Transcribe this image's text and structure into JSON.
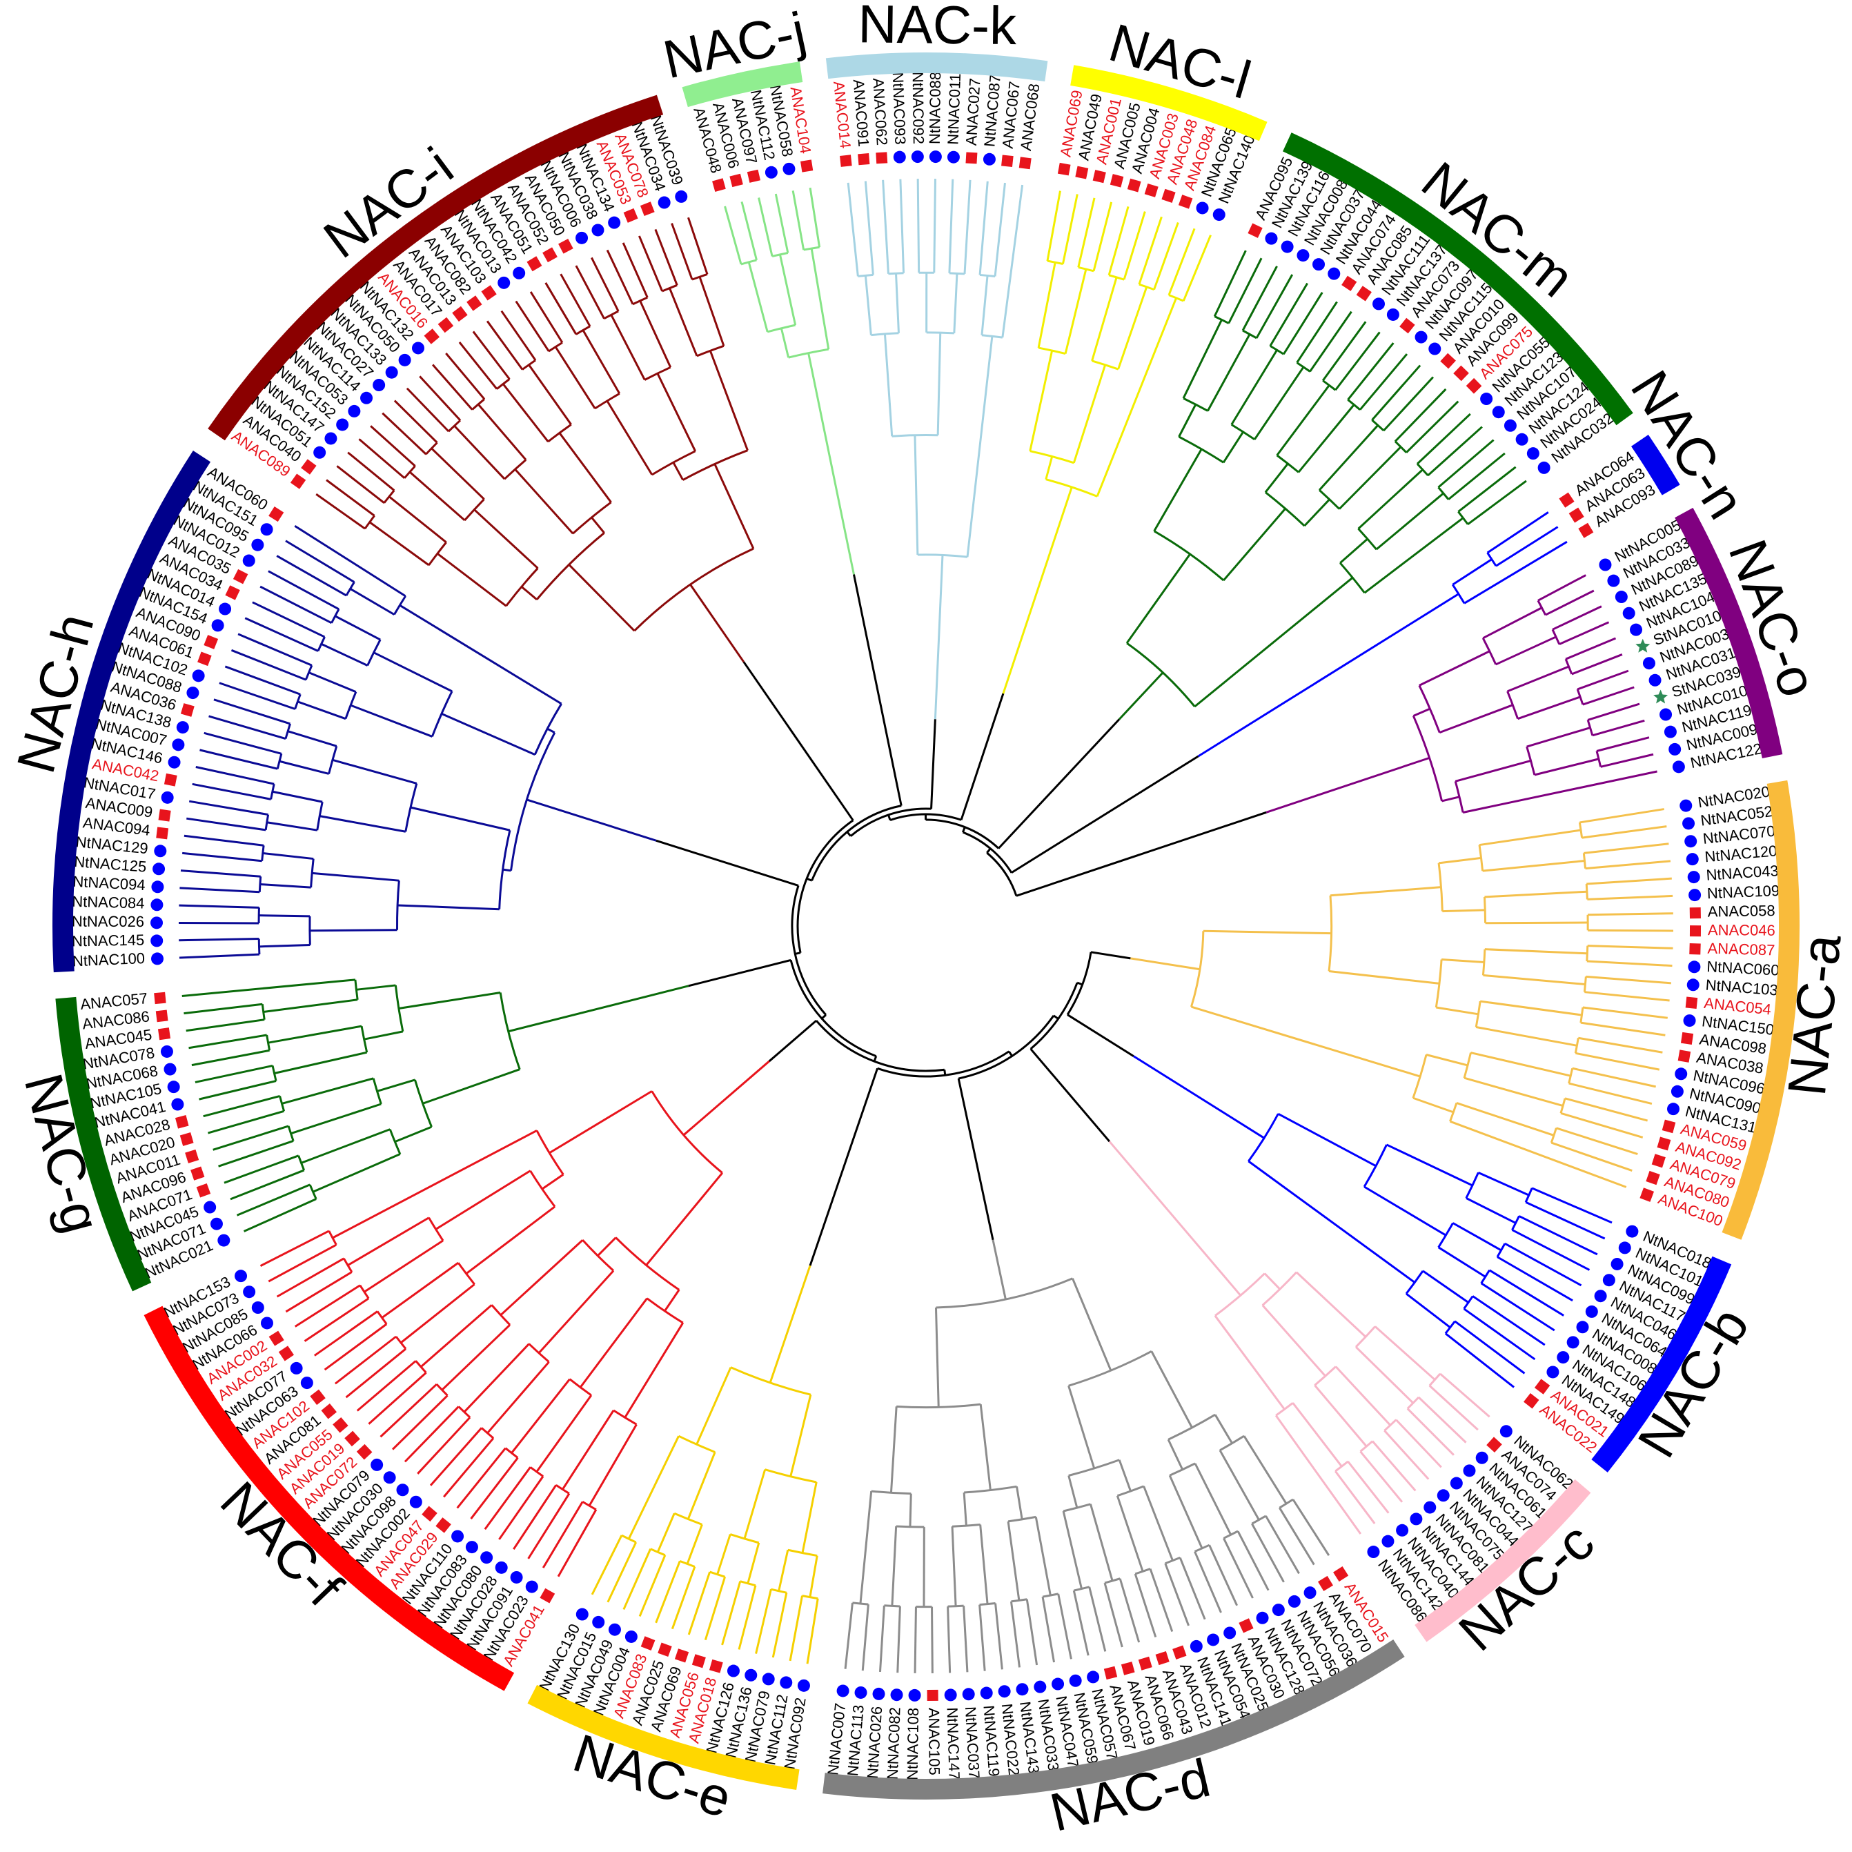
{
  "center_colors": {
    "root": "#000000",
    "at_highlight": "#e8141c",
    "at_square": "#e8141c",
    "nt_dot": "#0000ff",
    "st_star": "#2e8b57"
  },
  "groups": [
    {
      "name": "NAC-a",
      "color": "#f9bb3b",
      "branch": "#f4c04c",
      "leaves": [
        {
          "t": "NtNAC020",
          "s": "Nt"
        },
        {
          "t": "NtNAC052",
          "s": "Nt"
        },
        {
          "t": "NtNAC070",
          "s": "Nt"
        },
        {
          "t": "NtNAC120",
          "s": "Nt"
        },
        {
          "t": "NtNAC043",
          "s": "Nt"
        },
        {
          "t": "NtNAC109",
          "s": "Nt"
        },
        {
          "t": "ANAC058",
          "s": "At"
        },
        {
          "t": "ANAC046",
          "s": "At",
          "h": true
        },
        {
          "t": "ANAC087",
          "s": "At",
          "h": true
        },
        {
          "t": "NtNAC060",
          "s": "Nt"
        },
        {
          "t": "NtNAC103",
          "s": "Nt"
        },
        {
          "t": "ANAC054",
          "s": "At",
          "h": true
        },
        {
          "t": "NtNAC150",
          "s": "Nt"
        },
        {
          "t": "ANAC098",
          "s": "At"
        },
        {
          "t": "ANAC038",
          "s": "At"
        },
        {
          "t": "NtNAC096",
          "s": "Nt"
        },
        {
          "t": "NtNAC090",
          "s": "Nt"
        },
        {
          "t": "NtNAC131",
          "s": "Nt"
        },
        {
          "t": "ANAC059",
          "s": "At",
          "h": true
        },
        {
          "t": "ANAC092",
          "s": "At",
          "h": true
        },
        {
          "t": "ANAC079",
          "s": "At",
          "h": true
        },
        {
          "t": "ANAC080",
          "s": "At",
          "h": true
        },
        {
          "t": "ANAC100",
          "s": "At",
          "h": true
        }
      ]
    },
    {
      "name": "NAC-b",
      "color": "#0000ff",
      "branch": "#0000ff",
      "leaves": [
        {
          "t": "NtNAC018",
          "s": "Nt"
        },
        {
          "t": "NtNAC101",
          "s": "Nt"
        },
        {
          "t": "NtNAC099",
          "s": "Nt"
        },
        {
          "t": "NtNAC117",
          "s": "Nt"
        },
        {
          "t": "NtNAC046",
          "s": "Nt"
        },
        {
          "t": "NtNAC064",
          "s": "Nt"
        },
        {
          "t": "NtNAC008",
          "s": "Nt"
        },
        {
          "t": "NtNAC106",
          "s": "Nt"
        },
        {
          "t": "NtNAC148",
          "s": "Nt"
        },
        {
          "t": "NtNAC149",
          "s": "Nt"
        },
        {
          "t": "ANAC021",
          "s": "At",
          "h": true
        },
        {
          "t": "ANAC022",
          "s": "At",
          "h": true
        }
      ]
    },
    {
      "name": "NAC-c",
      "color": "#ffbdcc",
      "branch": "#f7b6c8",
      "leaves": [
        {
          "t": "NtNAC062",
          "s": "Nt"
        },
        {
          "t": "ANAC074",
          "s": "At"
        },
        {
          "t": "NtNAC061",
          "s": "Nt"
        },
        {
          "t": "NtNAC127",
          "s": "Nt"
        },
        {
          "t": "NtNAC044",
          "s": "Nt"
        },
        {
          "t": "NtNAC075",
          "s": "Nt"
        },
        {
          "t": "NtNAC081",
          "s": "Nt"
        },
        {
          "t": "NtNAC144",
          "s": "Nt"
        },
        {
          "t": "NtNAC040",
          "s": "Nt"
        },
        {
          "t": "NtNAC142",
          "s": "Nt"
        },
        {
          "t": "NtNAC086",
          "s": "Nt"
        }
      ]
    },
    {
      "name": "NAC-d",
      "color": "#808080",
      "branch": "#8c8c8c",
      "leaves": [
        {
          "t": "ANAC015",
          "s": "At",
          "h": true
        },
        {
          "t": "ANAC070",
          "s": "At"
        },
        {
          "t": "NtNAC036",
          "s": "Nt"
        },
        {
          "t": "NtNAC056",
          "s": "Nt"
        },
        {
          "t": "NtNAC072",
          "s": "Nt"
        },
        {
          "t": "NtNAC128",
          "s": "Nt"
        },
        {
          "t": "ANAC030",
          "s": "At"
        },
        {
          "t": "NtNAC025",
          "s": "Nt"
        },
        {
          "t": "NtNAC054",
          "s": "Nt"
        },
        {
          "t": "NtNAC141",
          "s": "Nt"
        },
        {
          "t": "ANAC012",
          "s": "At"
        },
        {
          "t": "ANAC043",
          "s": "At"
        },
        {
          "t": "ANAC066",
          "s": "At"
        },
        {
          "t": "ANAC019",
          "s": "At"
        },
        {
          "t": "ANAC067",
          "s": "At"
        },
        {
          "t": "NtNAC057",
          "s": "Nt"
        },
        {
          "t": "NtNAC059",
          "s": "Nt"
        },
        {
          "t": "NtNAC047",
          "s": "Nt"
        },
        {
          "t": "NtNAC033",
          "s": "Nt"
        },
        {
          "t": "NtNAC143",
          "s": "Nt"
        },
        {
          "t": "NtNAC022",
          "s": "Nt"
        },
        {
          "t": "NtNAC119",
          "s": "Nt"
        },
        {
          "t": "NtNAC037",
          "s": "Nt"
        },
        {
          "t": "NtNAC147",
          "s": "Nt"
        },
        {
          "t": "ANAC105",
          "s": "At"
        },
        {
          "t": "NtNAC108",
          "s": "Nt"
        },
        {
          "t": "NtNAC082",
          "s": "Nt"
        },
        {
          "t": "NtNAC026",
          "s": "Nt"
        },
        {
          "t": "NtNAC113",
          "s": "Nt"
        },
        {
          "t": "NtNAC007",
          "s": "Nt"
        }
      ]
    },
    {
      "name": "NAC-e",
      "color": "#ffd700",
      "branch": "#f5d000",
      "leaves": [
        {
          "t": "NtNAC092",
          "s": "Nt"
        },
        {
          "t": "NtNAC112",
          "s": "Nt"
        },
        {
          "t": "NtNAC079",
          "s": "Nt"
        },
        {
          "t": "NtNAC136",
          "s": "Nt"
        },
        {
          "t": "NtNAC126",
          "s": "Nt"
        },
        {
          "t": "ANAC018",
          "s": "At",
          "h": true
        },
        {
          "t": "ANAC056",
          "s": "At",
          "h": true
        },
        {
          "t": "ANAC069",
          "s": "At"
        },
        {
          "t": "ANAC025",
          "s": "At"
        },
        {
          "t": "ANAC083",
          "s": "At",
          "h": true
        },
        {
          "t": "NtNAC004",
          "s": "Nt"
        },
        {
          "t": "NtNAC049",
          "s": "Nt"
        },
        {
          "t": "NtNAC015",
          "s": "Nt"
        },
        {
          "t": "NtNAC130",
          "s": "Nt"
        }
      ]
    },
    {
      "name": "NAC-f",
      "color": "#ff0000",
      "branch": "#e8141c",
      "leaves": [
        {
          "t": "ANAC041",
          "s": "At",
          "h": true
        },
        {
          "t": "NtNAC023",
          "s": "Nt"
        },
        {
          "t": "NtNAC091",
          "s": "Nt"
        },
        {
          "t": "NtNAC028",
          "s": "Nt"
        },
        {
          "t": "NtNAC080",
          "s": "Nt"
        },
        {
          "t": "NtNAC083",
          "s": "Nt"
        },
        {
          "t": "NtNAC110",
          "s": "Nt"
        },
        {
          "t": "ANAC029",
          "s": "At",
          "h": true
        },
        {
          "t": "ANAC047",
          "s": "At",
          "h": true
        },
        {
          "t": "NtNAC002",
          "s": "Nt"
        },
        {
          "t": "NtNAC098",
          "s": "Nt"
        },
        {
          "t": "NtNAC030",
          "s": "Nt"
        },
        {
          "t": "NtNAC079",
          "s": "Nt"
        },
        {
          "t": "ANAC072",
          "s": "At",
          "h": true
        },
        {
          "t": "ANAC019",
          "s": "At",
          "h": true
        },
        {
          "t": "ANAC055",
          "s": "At",
          "h": true
        },
        {
          "t": "ANAC081",
          "s": "At"
        },
        {
          "t": "ANAC102",
          "s": "At",
          "h": true
        },
        {
          "t": "NtNAC063",
          "s": "Nt"
        },
        {
          "t": "NtNAC077",
          "s": "Nt"
        },
        {
          "t": "ANAC032",
          "s": "At",
          "h": true
        },
        {
          "t": "ANAC002",
          "s": "At",
          "h": true
        },
        {
          "t": "NtNAC066",
          "s": "Nt"
        },
        {
          "t": "NtNAC085",
          "s": "Nt"
        },
        {
          "t": "NtNAC073",
          "s": "Nt"
        },
        {
          "t": "NtNAC153",
          "s": "Nt"
        }
      ]
    },
    {
      "name": "NAC-g",
      "color": "#006400",
      "branch": "#0a6b0a",
      "leaves": [
        {
          "t": "NtNAC021",
          "s": "Nt"
        },
        {
          "t": "NtNAC071",
          "s": "Nt"
        },
        {
          "t": "NtNAC045",
          "s": "Nt"
        },
        {
          "t": "ANAC071",
          "s": "At"
        },
        {
          "t": "ANAC096",
          "s": "At"
        },
        {
          "t": "ANAC011",
          "s": "At"
        },
        {
          "t": "ANAC020",
          "s": "At"
        },
        {
          "t": "ANAC028",
          "s": "At"
        },
        {
          "t": "NtNAC041",
          "s": "Nt"
        },
        {
          "t": "NtNAC105",
          "s": "Nt"
        },
        {
          "t": "NtNAC068",
          "s": "Nt"
        },
        {
          "t": "NtNAC078",
          "s": "Nt"
        },
        {
          "t": "ANAC045",
          "s": "At"
        },
        {
          "t": "ANAC086",
          "s": "At"
        },
        {
          "t": "ANAC057",
          "s": "At"
        }
      ]
    },
    {
      "name": "NAC-h",
      "color": "#00008b",
      "branch": "#0b0b96",
      "leaves": [
        {
          "t": "NtNAC100",
          "s": "Nt"
        },
        {
          "t": "NtNAC145",
          "s": "Nt"
        },
        {
          "t": "NtNAC026",
          "s": "Nt"
        },
        {
          "t": "NtNAC084",
          "s": "Nt"
        },
        {
          "t": "NtNAC094",
          "s": "Nt"
        },
        {
          "t": "NtNAC125",
          "s": "Nt"
        },
        {
          "t": "NtNAC129",
          "s": "Nt"
        },
        {
          "t": "ANAC094",
          "s": "At"
        },
        {
          "t": "ANAC009",
          "s": "At"
        },
        {
          "t": "NtNAC017",
          "s": "Nt"
        },
        {
          "t": "ANAC042",
          "s": "At",
          "h": true
        },
        {
          "t": "NtNAC146",
          "s": "Nt"
        },
        {
          "t": "NtNAC007",
          "s": "Nt"
        },
        {
          "t": "NtNAC138",
          "s": "Nt"
        },
        {
          "t": "ANAC036",
          "s": "At"
        },
        {
          "t": "NtNAC088",
          "s": "Nt"
        },
        {
          "t": "NtNAC102",
          "s": "Nt"
        },
        {
          "t": "ANAC061",
          "s": "At"
        },
        {
          "t": "ANAC090",
          "s": "At"
        },
        {
          "t": "NtNAC154",
          "s": "Nt"
        },
        {
          "t": "NtNAC014",
          "s": "Nt"
        },
        {
          "t": "ANAC034",
          "s": "At"
        },
        {
          "t": "ANAC035",
          "s": "At"
        },
        {
          "t": "NtNAC012",
          "s": "Nt"
        },
        {
          "t": "NtNAC095",
          "s": "Nt"
        },
        {
          "t": "NtNAC151",
          "s": "Nt"
        },
        {
          "t": "ANAC060",
          "s": "At"
        }
      ]
    },
    {
      "name": "NAC-i",
      "color": "#8b0000",
      "branch": "#8b0a0a",
      "leaves": [
        {
          "t": "ANAC089",
          "s": "At",
          "h": true
        },
        {
          "t": "ANAC040",
          "s": "At"
        },
        {
          "t": "NtNAC051",
          "s": "Nt"
        },
        {
          "t": "NtNAC147",
          "s": "Nt"
        },
        {
          "t": "NtNAC152",
          "s": "Nt"
        },
        {
          "t": "NtNAC053",
          "s": "Nt"
        },
        {
          "t": "NtNAC114",
          "s": "Nt"
        },
        {
          "t": "NtNAC027",
          "s": "Nt"
        },
        {
          "t": "NtNAC133",
          "s": "Nt"
        },
        {
          "t": "NtNAC050",
          "s": "Nt"
        },
        {
          "t": "NtNAC132",
          "s": "Nt"
        },
        {
          "t": "ANAC016",
          "s": "At",
          "h": true
        },
        {
          "t": "ANAC017",
          "s": "At"
        },
        {
          "t": "ANAC013",
          "s": "At"
        },
        {
          "t": "ANAC082",
          "s": "At"
        },
        {
          "t": "ANAC103",
          "s": "At"
        },
        {
          "t": "NtNAC013",
          "s": "Nt"
        },
        {
          "t": "NtNAC042",
          "s": "Nt"
        },
        {
          "t": "ANAC051",
          "s": "At"
        },
        {
          "t": "ANAC052",
          "s": "At"
        },
        {
          "t": "ANAC050",
          "s": "At"
        },
        {
          "t": "NtNAC006",
          "s": "Nt"
        },
        {
          "t": "NtNAC038",
          "s": "Nt"
        },
        {
          "t": "NtNAC134",
          "s": "Nt"
        },
        {
          "t": "ANAC053",
          "s": "At",
          "h": true
        },
        {
          "t": "ANAC078",
          "s": "At",
          "h": true
        },
        {
          "t": "NtNAC034",
          "s": "Nt"
        },
        {
          "t": "NtNAC039",
          "s": "Nt"
        }
      ]
    },
    {
      "name": "NAC-j",
      "color": "#90ee90",
      "branch": "#86e486",
      "leaves": [
        {
          "t": "ANAC048",
          "s": "At"
        },
        {
          "t": "ANAC006",
          "s": "At"
        },
        {
          "t": "ANAC097",
          "s": "At"
        },
        {
          "t": "NtNAC112",
          "s": "Nt"
        },
        {
          "t": "NtNAC058",
          "s": "Nt"
        },
        {
          "t": "ANAC104",
          "s": "At",
          "h": true
        }
      ]
    },
    {
      "name": "NAC-k",
      "color": "#add8e6",
      "branch": "#a4d2e2",
      "leaves": [
        {
          "t": "ANAC014",
          "s": "At",
          "h": true
        },
        {
          "t": "ANAC091",
          "s": "At"
        },
        {
          "t": "ANAC062",
          "s": "At"
        },
        {
          "t": "NtNAC093",
          "s": "Nt"
        },
        {
          "t": "NtNAC092",
          "s": "Nt"
        },
        {
          "t": "NtNAC088",
          "s": "Nt"
        },
        {
          "t": "NtNAC011",
          "s": "Nt"
        },
        {
          "t": "ANAC027",
          "s": "At"
        },
        {
          "t": "NtNAC087",
          "s": "Nt"
        },
        {
          "t": "ANAC067",
          "s": "At"
        },
        {
          "t": "ANAC068",
          "s": "At"
        }
      ]
    },
    {
      "name": "NAC-l",
      "color": "#ffff00",
      "branch": "#f2ee00",
      "leaves": [
        {
          "t": "ANAC069",
          "s": "At",
          "h": true
        },
        {
          "t": "ANAC049",
          "s": "At"
        },
        {
          "t": "ANAC001",
          "s": "At",
          "h": true
        },
        {
          "t": "ANAC005",
          "s": "At"
        },
        {
          "t": "ANAC004",
          "s": "At"
        },
        {
          "t": "ANAC003",
          "s": "At",
          "h": true
        },
        {
          "t": "ANAC048",
          "s": "At",
          "h": true
        },
        {
          "t": "ANAC084",
          "s": "At",
          "h": true
        },
        {
          "t": "NtNAC065",
          "s": "Nt"
        },
        {
          "t": "NtNAC140",
          "s": "Nt"
        }
      ]
    },
    {
      "name": "NAC-m",
      "color": "#007000",
      "branch": "#0a6b0a",
      "leaves": [
        {
          "t": "ANAC095",
          "s": "At"
        },
        {
          "t": "NtNAC139",
          "s": "Nt"
        },
        {
          "t": "NtNAC116",
          "s": "Nt"
        },
        {
          "t": "NtNAC008",
          "s": "Nt"
        },
        {
          "t": "NtNAC037",
          "s": "Nt"
        },
        {
          "t": "NtNAC044",
          "s": "Nt"
        },
        {
          "t": "ANAC074",
          "s": "At"
        },
        {
          "t": "ANAC085",
          "s": "At"
        },
        {
          "t": "NtNAC111",
          "s": "Nt"
        },
        {
          "t": "NtNAC137",
          "s": "Nt"
        },
        {
          "t": "ANAC073",
          "s": "At"
        },
        {
          "t": "NtNAC097",
          "s": "Nt"
        },
        {
          "t": "NtNAC115",
          "s": "Nt"
        },
        {
          "t": "ANAC010",
          "s": "At"
        },
        {
          "t": "ANAC099",
          "s": "At"
        },
        {
          "t": "ANAC075",
          "s": "At",
          "h": true
        },
        {
          "t": "NtNAC055",
          "s": "Nt"
        },
        {
          "t": "NtNAC123",
          "s": "Nt"
        },
        {
          "t": "NtNAC107",
          "s": "Nt"
        },
        {
          "t": "NtNAC124",
          "s": "Nt"
        },
        {
          "t": "NtNAC024",
          "s": "Nt"
        },
        {
          "t": "NtNAC032",
          "s": "Nt"
        }
      ]
    },
    {
      "name": "NAC-n",
      "color": "#0000ee",
      "branch": "#0000ff",
      "leaves": [
        {
          "t": "ANAC064",
          "s": "At"
        },
        {
          "t": "ANAC063",
          "s": "At"
        },
        {
          "t": "ANAC093",
          "s": "At"
        }
      ]
    },
    {
      "name": "NAC-o",
      "color": "#800080",
      "branch": "#800080",
      "leaves": [
        {
          "t": "NtNAC005",
          "s": "Nt"
        },
        {
          "t": "NtNAC033",
          "s": "Nt"
        },
        {
          "t": "NtNAC089",
          "s": "Nt"
        },
        {
          "t": "NtNAC135",
          "s": "Nt"
        },
        {
          "t": "NtNAC104",
          "s": "Nt"
        },
        {
          "t": "StNAC010",
          "s": "St"
        },
        {
          "t": "NtNAC003",
          "s": "Nt"
        },
        {
          "t": "NtNAC031",
          "s": "Nt"
        },
        {
          "t": "StNAC039",
          "s": "St"
        },
        {
          "t": "NtNAC010",
          "s": "Nt"
        },
        {
          "t": "NtNAC119",
          "s": "Nt"
        },
        {
          "t": "NtNAC009",
          "s": "Nt"
        },
        {
          "t": "NtNAC122",
          "s": "Nt"
        }
      ]
    }
  ]
}
